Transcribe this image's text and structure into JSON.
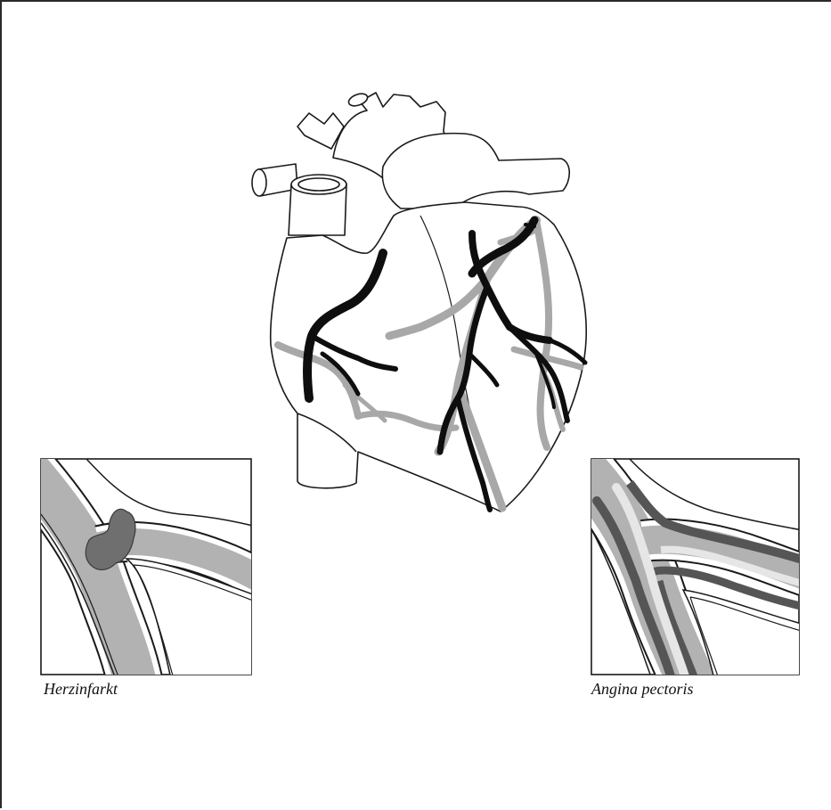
{
  "captions": {
    "left": "Herzinfarkt",
    "right": "Angina pectoris"
  },
  "colors": {
    "outline": "#1a1a1a",
    "artery_dark": "#0e0e0e",
    "artery_light": "#a8a8a8",
    "vessel_fill": "#b2b2b2",
    "blockage": "#6f6f6f",
    "plaque": "#555555",
    "background": "#ffffff"
  },
  "icons": {
    "heart": "heart-anatomy-illustration",
    "infarction_panel": "blocked-artery-inset",
    "angina_panel": "narrowed-artery-inset"
  }
}
